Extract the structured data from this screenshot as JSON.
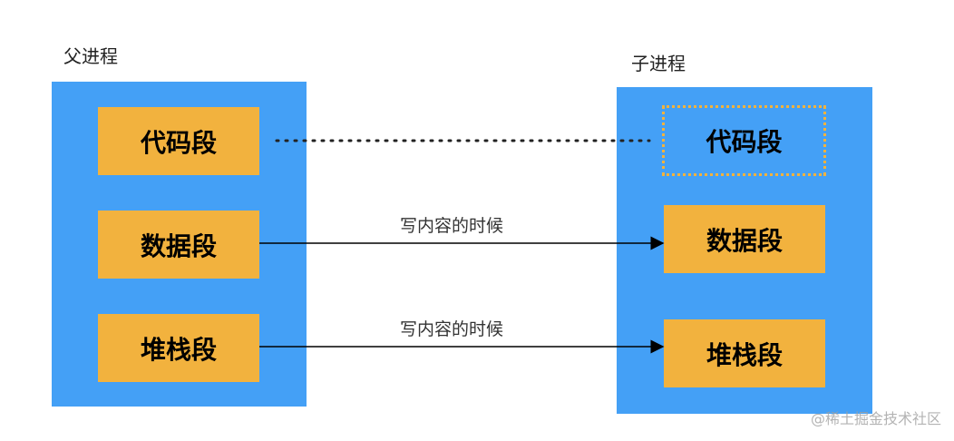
{
  "parent": {
    "title": "父进程",
    "segments": [
      "代码段",
      "数据段",
      "堆栈段"
    ]
  },
  "child": {
    "title": "子进程",
    "segments": [
      "代码段",
      "数据段",
      "堆栈段"
    ]
  },
  "edges": {
    "data_note": "写内容的时候",
    "stack_note": "写内容的时候"
  },
  "watermark": "@稀土掘金技术社区",
  "colors": {
    "process_bg": "#44a0f6",
    "segment_bg": "#f2b23e"
  }
}
